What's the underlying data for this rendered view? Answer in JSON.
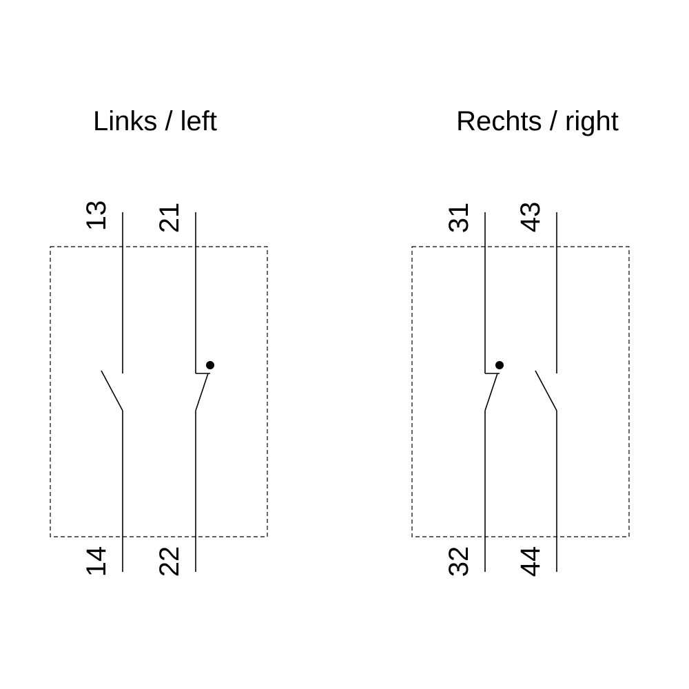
{
  "left": {
    "title": "Links / left",
    "contacts": [
      {
        "top": "13",
        "bottom": "14",
        "kind": "normally-open"
      },
      {
        "top": "21",
        "bottom": "22",
        "kind": "normally-closed"
      }
    ]
  },
  "right": {
    "title": "Rechts / right",
    "contacts": [
      {
        "top": "31",
        "bottom": "32",
        "kind": "normally-closed"
      },
      {
        "top": "43",
        "bottom": "44",
        "kind": "normally-open"
      }
    ]
  }
}
